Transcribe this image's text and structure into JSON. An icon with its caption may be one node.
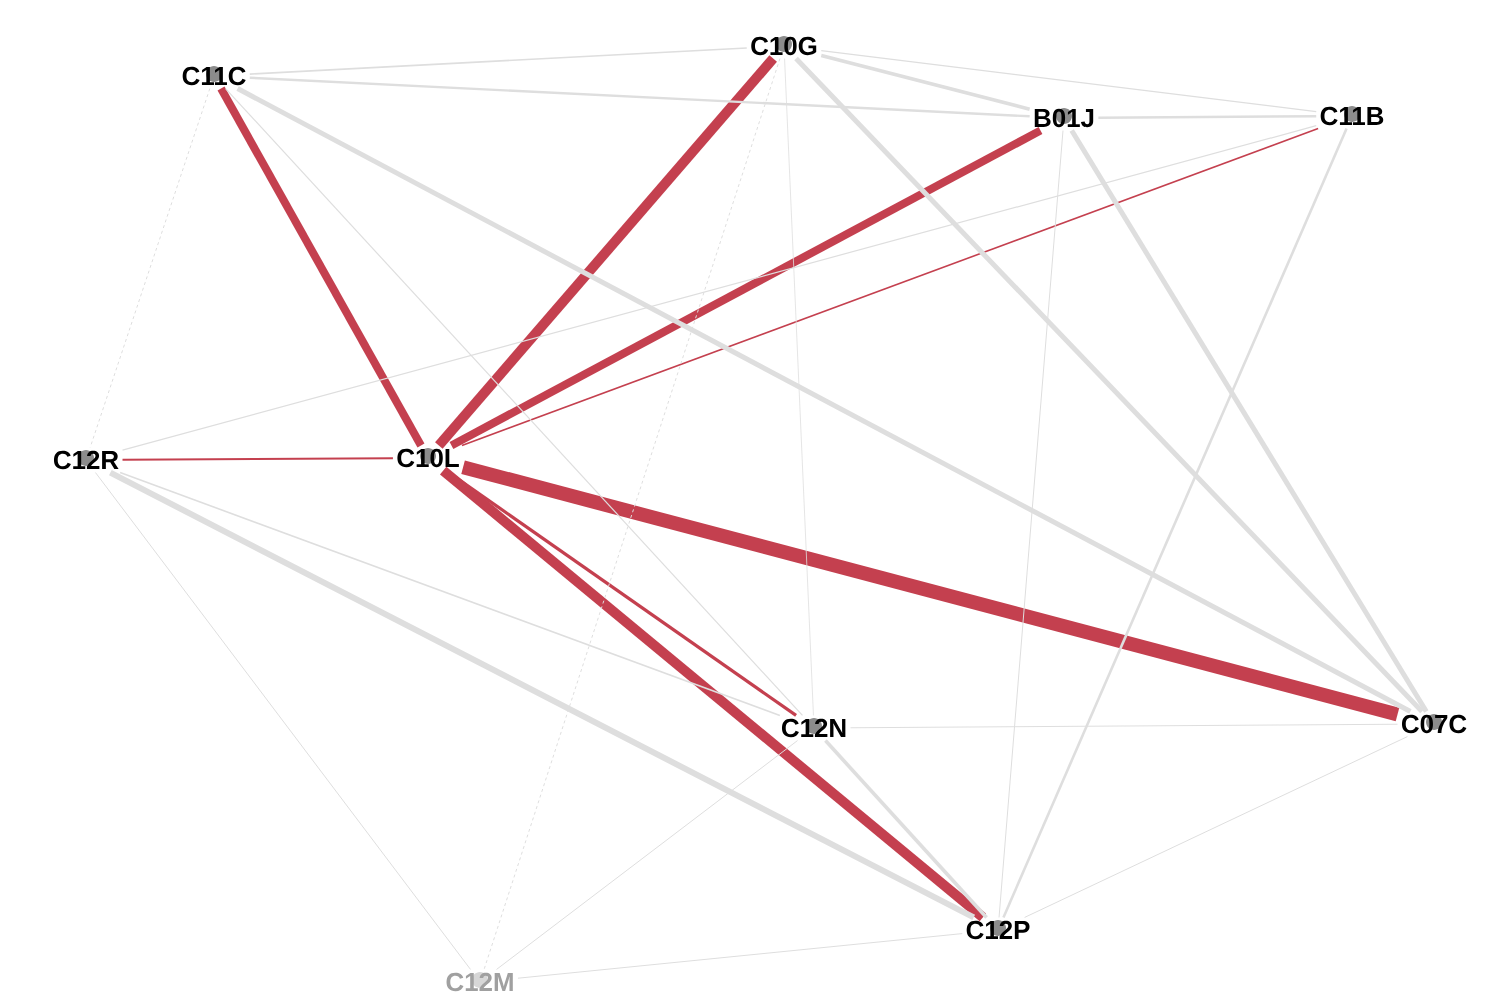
{
  "diagram": {
    "nodes": [
      {
        "text": [
          "C11C"
        ]
      },
      {
        "text": [
          "C10G"
        ]
      },
      {
        "text": [
          "B01J"
        ]
      },
      {
        "text": [
          "C11B"
        ]
      },
      {
        "text": [
          "C12R"
        ]
      },
      {
        "text": [
          "C10L"
        ]
      },
      {
        "text": [
          "C12N"
        ]
      },
      {
        "text": [
          "C07C"
        ]
      },
      {
        "text": [
          "C12P"
        ]
      },
      {
        "text": [
          "C12M"
        ]
      }
    ],
    "edges": [
      {
        "from": 5,
        "to": 0,
        "arrow": "none",
        "style": "thick",
        "color": "#c4404f"
      },
      {
        "from": 5,
        "to": 1,
        "arrow": "none",
        "style": "thick",
        "color": "#c4404f"
      },
      {
        "from": 5,
        "to": 2,
        "arrow": "none",
        "style": "thick",
        "color": "#c4404f"
      },
      {
        "from": 5,
        "to": 3,
        "arrow": "none",
        "color": "#c4404f"
      },
      {
        "from": 5,
        "to": 4,
        "arrow": "none",
        "color": "#c4404f"
      },
      {
        "from": 5,
        "to": 6,
        "arrow": "none",
        "color": "#c4404f"
      },
      {
        "from": 5,
        "to": 7,
        "arrow": "none",
        "style": "thick",
        "color": "#c4404f"
      },
      {
        "from": 5,
        "to": 8,
        "arrow": "none",
        "style": "thick",
        "color": "#c4404f"
      },
      {
        "from": 0,
        "to": 1,
        "arrow": "none"
      },
      {
        "from": 0,
        "to": 2,
        "arrow": "none"
      },
      {
        "from": 0,
        "to": 7,
        "arrow": "none",
        "style": "thick"
      },
      {
        "from": 0,
        "to": 6,
        "arrow": "none"
      },
      {
        "from": 0,
        "to": 4,
        "arrow": "none",
        "style": "dashed"
      },
      {
        "from": 1,
        "to": 2,
        "arrow": "none"
      },
      {
        "from": 1,
        "to": 3,
        "arrow": "none"
      },
      {
        "from": 1,
        "to": 7,
        "arrow": "none",
        "style": "thick"
      },
      {
        "from": 1,
        "to": 6,
        "arrow": "none"
      },
      {
        "from": 1,
        "to": 9,
        "arrow": "none",
        "style": "dashed"
      },
      {
        "from": 2,
        "to": 3,
        "arrow": "none"
      },
      {
        "from": 2,
        "to": 7,
        "arrow": "none",
        "style": "thick"
      },
      {
        "from": 2,
        "to": 8,
        "arrow": "none"
      },
      {
        "from": 3,
        "to": 4,
        "arrow": "none"
      },
      {
        "from": 3,
        "to": 8,
        "arrow": "none"
      },
      {
        "from": 4,
        "to": 8,
        "arrow": "none",
        "style": "thick"
      },
      {
        "from": 4,
        "to": 6,
        "arrow": "none"
      },
      {
        "from": 4,
        "to": 9,
        "arrow": "none"
      },
      {
        "from": 6,
        "to": 7,
        "arrow": "none"
      },
      {
        "from": 6,
        "to": 8,
        "arrow": "none"
      },
      {
        "from": 6,
        "to": 9,
        "arrow": "none"
      },
      {
        "from": 9,
        "to": 8,
        "arrow": "none"
      },
      {
        "from": 8,
        "to": 7,
        "arrow": "none"
      }
    ]
  }
}
